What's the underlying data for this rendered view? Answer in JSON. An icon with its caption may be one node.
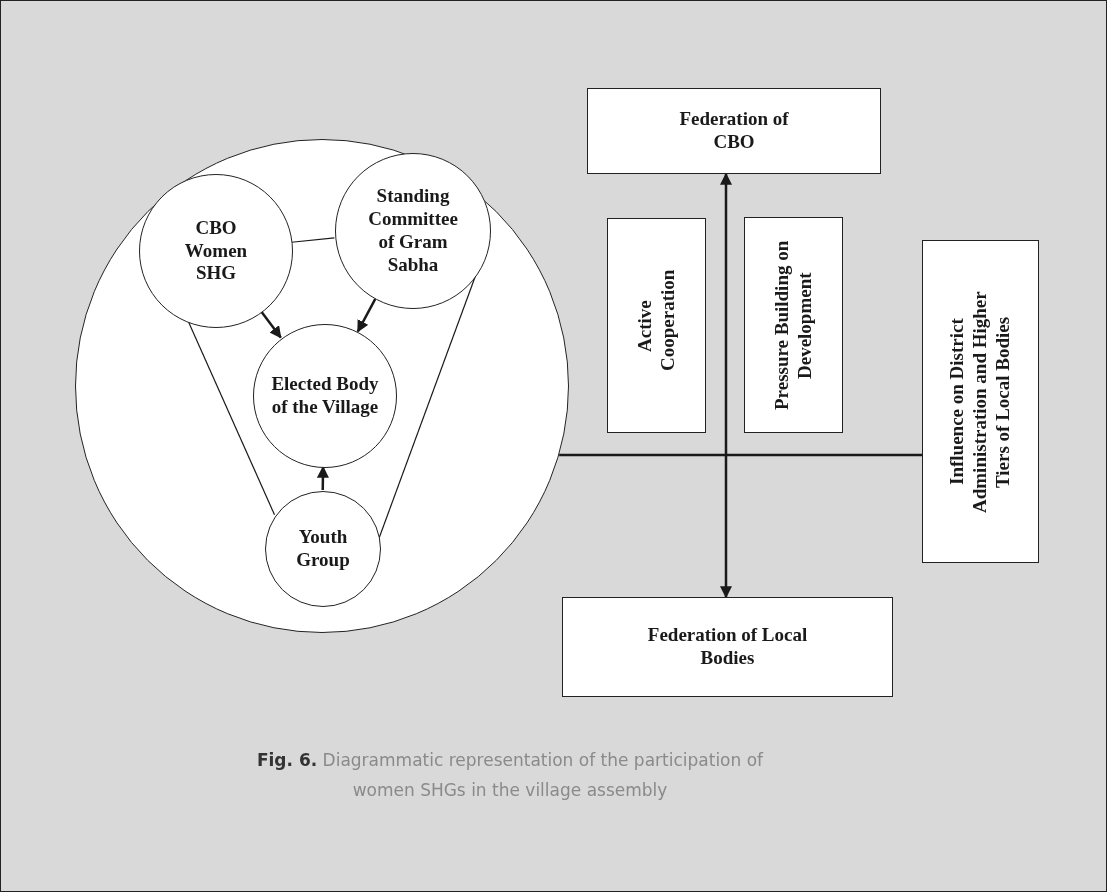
{
  "diagram": {
    "caption": "**Fig. 6.** Diagrammatic representation of the participation of women SHGs in the village assembly",
    "nodes": [
      {
        "text": [],
        "shape": "circle"
      },
      {
        "text": [
          "CBO Women SHG"
        ],
        "in": 0
      },
      {
        "text": [
          "Standing Committee of Gram Sabha"
        ],
        "in": 0
      },
      {
        "text": [
          "Elected Body of the Village"
        ],
        "in": 0
      },
      {
        "text": [
          "Youth Group"
        ],
        "in": 0
      },
      {
        "text": [
          "Federation of CBO"
        ]
      },
      {
        "text": [
          "Active Cooperation"
        ]
      },
      {
        "text": [
          "Pressure Building on Development"
        ]
      },
      {
        "text": [
          "Influence on District Administration and Higher Tiers of Local Bodies"
        ]
      },
      {
        "text": [
          "Federation of Local Bodies"
        ]
      }
    ],
    "edges": [
      {
        "from": 1,
        "to": 2,
        "arrow": "none"
      },
      {
        "from": 1,
        "to": 3,
        "arrow": "to"
      },
      {
        "from": 2,
        "to": 3,
        "arrow": "to"
      },
      {
        "from": 1,
        "to": 4,
        "arrow": "none"
      },
      {
        "from": 2,
        "to": 4,
        "arrow": "none"
      },
      {
        "from": 4,
        "to": 3,
        "arrow": "to"
      },
      {
        "from": 0,
        "to": 8,
        "arrow": "none"
      },
      {
        "from": 9,
        "to": 5,
        "arrow": "both"
      }
    ]
  }
}
